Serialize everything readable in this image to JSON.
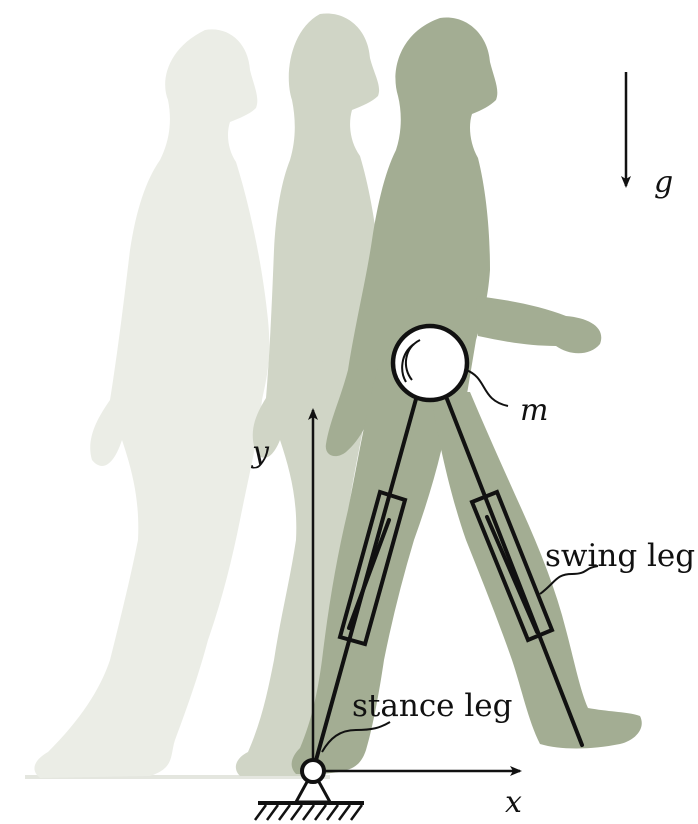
{
  "labels": {
    "gravity": "g",
    "mass": "m",
    "y_axis": "y",
    "x_axis": "x",
    "swing_leg": "swing leg",
    "stance_leg": "stance leg"
  },
  "colors": {
    "figure_dark": "#a3ad93",
    "figure_mid": "#d0d5c6",
    "figure_light": "#ebede6",
    "ink": "#111111"
  }
}
